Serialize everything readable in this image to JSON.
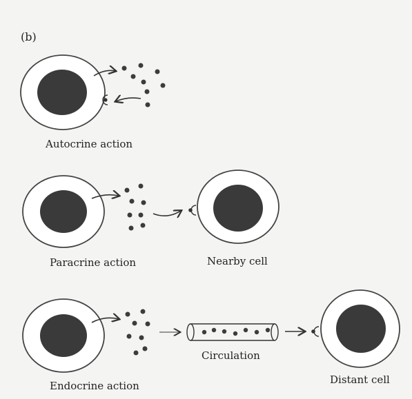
{
  "panel_label": "(b)",
  "labels": {
    "autocrine": "Autocrine action",
    "paracrine": "Paracrine action",
    "nearby_cell": "Nearby cell",
    "endocrine": "Endocrine action",
    "circulation": "Circulation",
    "distant_cell": "Distant cell"
  },
  "colors": {
    "nucleus": "#3a3a3a",
    "membrane": "#444444",
    "molecule": "#3c3c3c",
    "background": "#f4f4f2"
  }
}
